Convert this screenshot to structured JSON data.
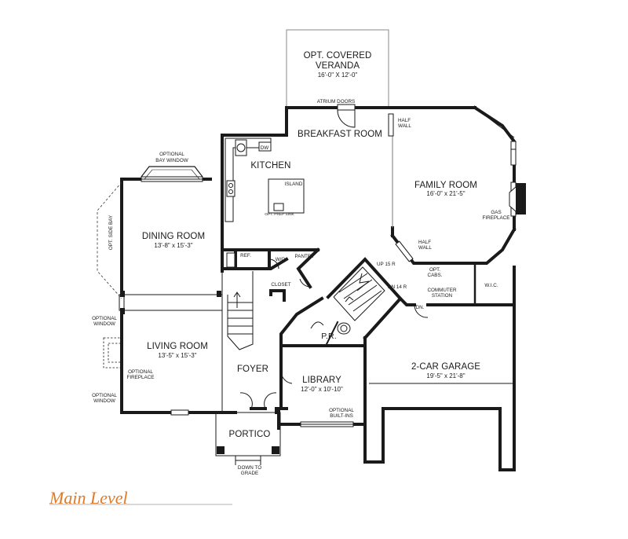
{
  "plan": {
    "caption": "Main Level",
    "accent_color": "#e07a24",
    "rooms": {
      "veranda": {
        "name_1": "OPT. COVERED",
        "name_2": "VERANDA",
        "dim": "16'-0\" X 12'-0\""
      },
      "atrium_doors": "ATRIUM DOORS",
      "breakfast": {
        "name": "BREAKFAST ROOM"
      },
      "half_wall_top": {
        "l1": "HALF",
        "l2": "WALL"
      },
      "kitchen": {
        "name": "KITCHEN",
        "dw": "DW",
        "island": "ISLAND",
        "prep_sink": "OPT. PREP SINK"
      },
      "bay_window": {
        "l1": "OPTIONAL",
        "l2": "BAY WINDOW"
      },
      "side_bay": "OPT. SIDE BAY",
      "family": {
        "name": "FAMILY ROOM",
        "dim": "16'-0\" x 21'-5\""
      },
      "gas_fireplace": {
        "l1": "GAS",
        "l2": "FIREPLACE"
      },
      "half_wall_bottom": {
        "l1": "HALF",
        "l2": "WALL"
      },
      "dining": {
        "name": "DINING ROOM",
        "dim": "13'-8\" x 15'-3\""
      },
      "ref": "REF.",
      "wo": "W/O",
      "pantry": "PANTRY",
      "closet": "CLOSET",
      "stairs_up": "UP 15 R",
      "stairs_down": "DN 14 R",
      "opt_cabs": {
        "l1": "OPT.",
        "l2": "CABS."
      },
      "commuter": {
        "l1": "COMMUTER",
        "l2": "STATION"
      },
      "wic": "W.I.C.",
      "dn": "DN.",
      "pr": "P.R.",
      "opt_window_1": {
        "l1": "OPTIONAL",
        "l2": "WINDOW"
      },
      "living": {
        "name": "LIVING ROOM",
        "dim": "13'-5\" x 15'-3\""
      },
      "opt_fireplace": {
        "l1": "OPTIONAL",
        "l2": "FIREPLACE"
      },
      "opt_window_2": {
        "l1": "OPTIONAL",
        "l2": "WINDOW"
      },
      "foyer": {
        "name": "FOYER"
      },
      "library": {
        "name": "LIBRARY",
        "dim": "12'-0\" x 10'-10\""
      },
      "builtins": {
        "l1": "OPTIONAL",
        "l2": "BUILT-INS"
      },
      "garage": {
        "name": "2-CAR GARAGE",
        "dim": "19'-5\" x 21'-8\""
      },
      "portico": {
        "name": "PORTICO"
      },
      "grade": {
        "l1": "DOWN TO",
        "l2": "GRADE"
      }
    }
  }
}
